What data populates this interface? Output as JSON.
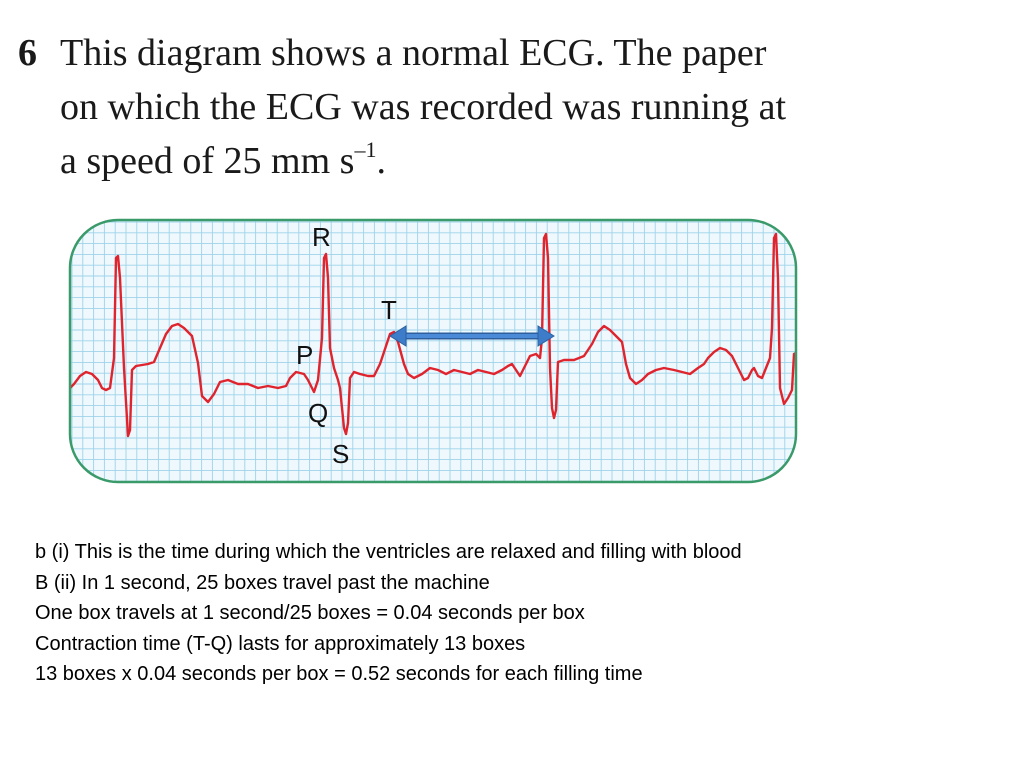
{
  "question": {
    "number": "6",
    "line1": "This diagram shows a normal ECG. The paper",
    "line2": "on which the ECG was recorded was running at",
    "line3_prefix": "a speed of 25 mm s",
    "line3_sup": "–1",
    "line3_suffix": "."
  },
  "diagram": {
    "labels": {
      "R": "R",
      "T": "T",
      "P": "P",
      "Q": "Q",
      "S": "S"
    },
    "colors": {
      "grid": "#9fd3ea",
      "grid_background": "#eef8fd",
      "border": "#3a9a6a",
      "trace": "#e0242e",
      "arrow": "#3d7cc9"
    },
    "arrow_meaning": "T-Q interval"
  },
  "answer": {
    "lines": [
      "b (i) This is the time during which the ventricles are relaxed and filling with blood",
      "B (ii) In 1 second, 25 boxes travel past the machine",
      "One box travels at 1 second/25 boxes = 0.04 seconds per box",
      "Contraction time (T-Q) lasts for approximately 13 boxes",
      "13 boxes x 0.04 seconds per box = 0.52 seconds for each filling time"
    ]
  }
}
